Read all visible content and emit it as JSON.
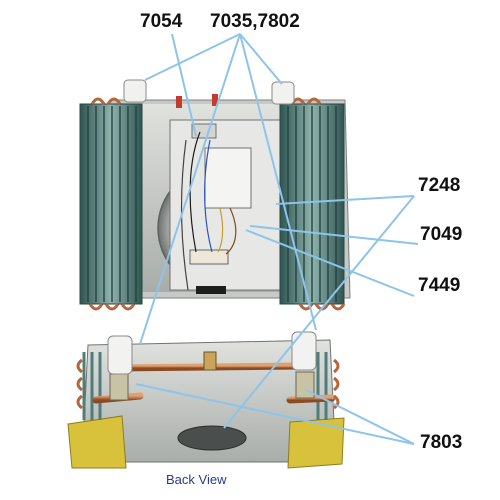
{
  "labels": {
    "c7054": "7054",
    "c7035_7802": "7035,7802",
    "c7248": "7248",
    "c7049": "7049",
    "c7449": "7449",
    "c7803": "7803"
  },
  "caption": "Back View",
  "colors": {
    "leader": "#8ec3ea",
    "coil": "#4f7d7a",
    "copper": "#b4663a",
    "steel": "#c9ccc8",
    "pan": "#d8c23c"
  }
}
